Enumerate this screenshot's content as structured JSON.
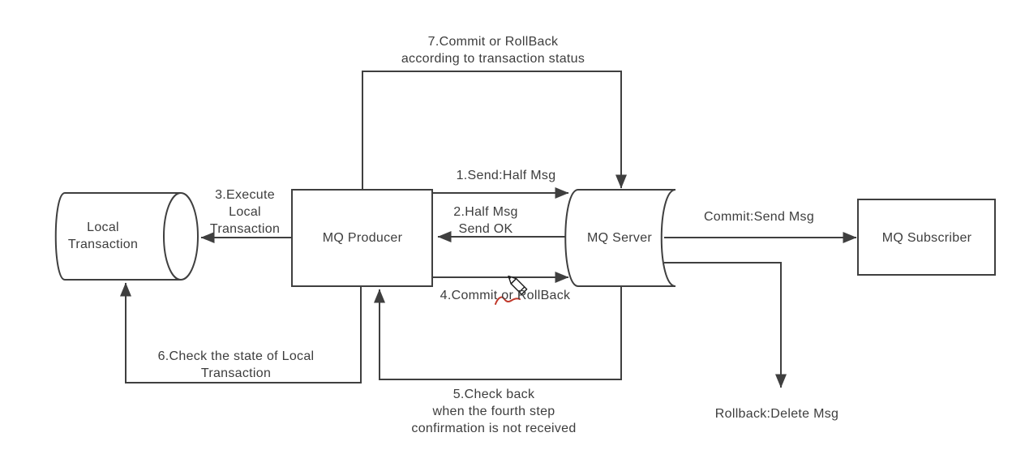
{
  "nodes": {
    "local_transaction": {
      "label": "Local\nTransaction",
      "shape": "cylinder"
    },
    "mq_producer": {
      "label": "MQ Producer",
      "shape": "rectangle"
    },
    "mq_server": {
      "label": "MQ Server",
      "shape": "cylinder"
    },
    "mq_subscriber": {
      "label": "MQ Subscriber",
      "shape": "rectangle"
    }
  },
  "edges": {
    "step1": {
      "label": "1.Send:Half Msg",
      "from": "mq_producer",
      "to": "mq_server"
    },
    "step2": {
      "label": "2.Half Msg\nSend OK",
      "from": "mq_server",
      "to": "mq_producer"
    },
    "step3": {
      "label": "3.Execute\nLocal\nTransaction",
      "from": "mq_producer",
      "to": "local_transaction"
    },
    "step4": {
      "label": "4.Commit or RollBack",
      "from": "mq_producer",
      "to": "mq_server"
    },
    "step5": {
      "label": "5.Check back\nwhen the fourth step\nconfirmation is not received",
      "from": "mq_server",
      "to": "mq_producer"
    },
    "step6": {
      "label": "6.Check the state of Local\nTransaction",
      "from": "mq_producer",
      "to": "local_transaction"
    },
    "step7": {
      "label": "7.Commit or RollBack\naccording to transaction status",
      "from": "mq_producer",
      "to": "mq_server"
    },
    "commit": {
      "label": "Commit:Send Msg",
      "from": "mq_server",
      "to": "mq_subscriber"
    },
    "rollback": {
      "label": "Rollback:Delete Msg",
      "from": "mq_server",
      "to": ""
    }
  },
  "cursor": {
    "tool": "pencil"
  },
  "annotation": {
    "type": "red-squiggle",
    "over_text": "or"
  },
  "colors": {
    "line": "#3f3f3f",
    "text": "#3d3d3d",
    "background": "#ffffff",
    "annotation": "#c0392b"
  }
}
